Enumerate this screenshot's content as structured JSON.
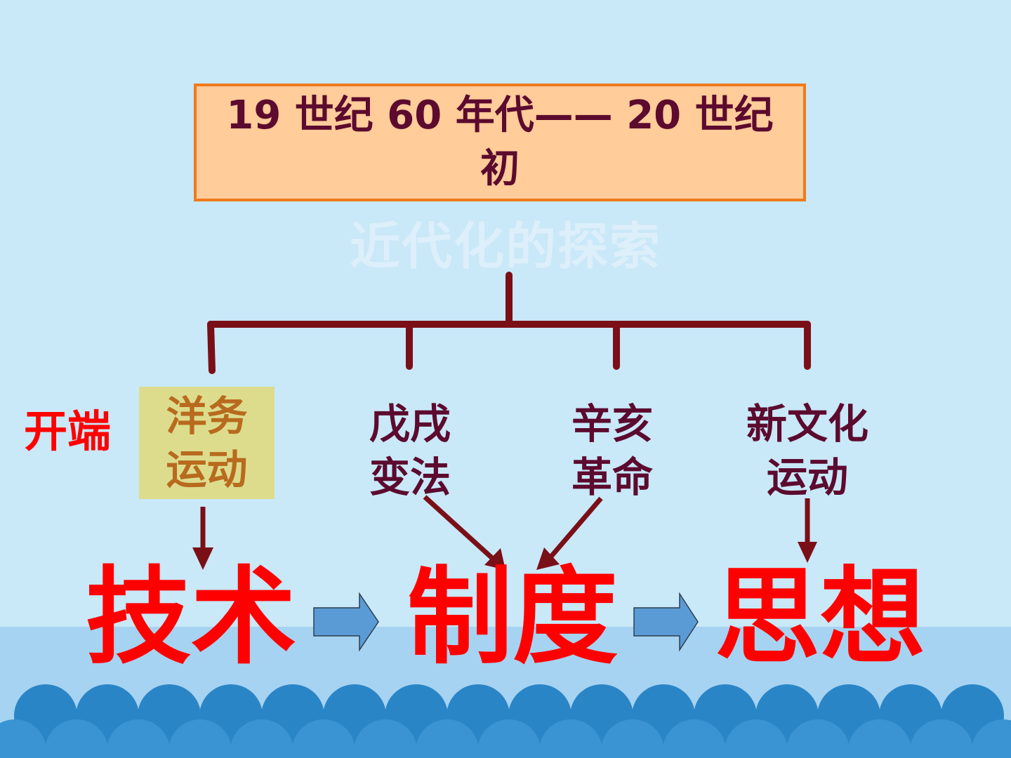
{
  "header": {
    "title": "19 世纪 60 年代—— 20 世纪初",
    "subtitle": "近代化的探索"
  },
  "labels": {
    "start": "开端",
    "yangwu": "洋务运动",
    "wuxu": "戊戌变法",
    "xinhai": "辛亥革命",
    "xinwenhua": "新文化运动"
  },
  "outcomes": {
    "technology": "技术",
    "system": "制度",
    "thought": "思想"
  },
  "colors": {
    "background": "#c9e8f8",
    "title_fill": "#ffcc9a",
    "title_border": "#f07a1e",
    "connector": "#7a0f17",
    "emphasis": "#ff0000",
    "flow_arrow": "#5b9bd5",
    "wave": "#2f86c9"
  }
}
